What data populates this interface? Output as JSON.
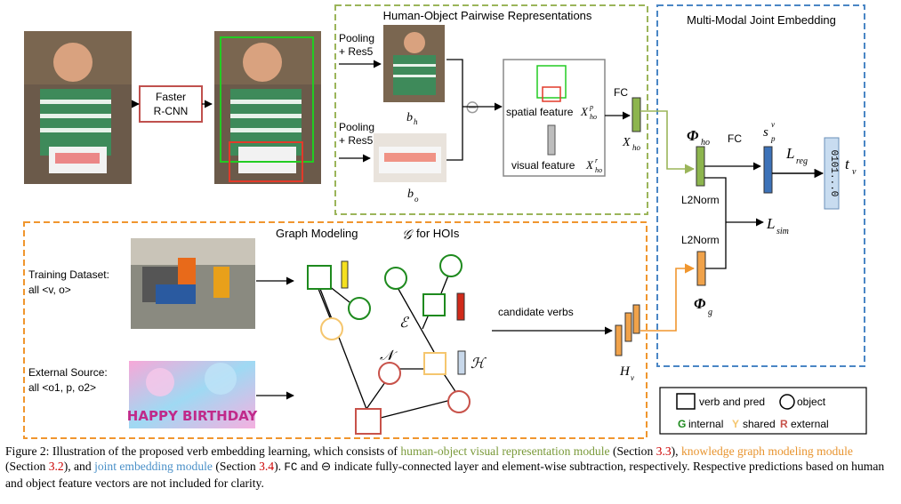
{
  "modules": {
    "pairwise_title": "Human-Object Pairwise Representations",
    "joint_title": "Multi-Modal Joint Embedding",
    "graph_title_prefix": "Graph Modeling",
    "graph_title_symbol": "𝒢",
    "graph_title_suffix": "for HOIs"
  },
  "labels": {
    "faster_rcnn_1": "Faster",
    "faster_rcnn_2": "R-CNN",
    "pooling_top_1": "Pooling",
    "pooling_top_2": "+ Res5",
    "pooling_bot_1": "Pooling",
    "pooling_bot_2": "+ Res5",
    "b_h": "b",
    "b_h_sub": "h",
    "b_o": "b",
    "b_o_sub": "o",
    "spatial_feature": "spatial feature",
    "visual_feature": "visual feature",
    "X_p": "X",
    "X_p_sup": "p",
    "X_p_sub": "ho",
    "X_r": "X",
    "X_r_sup": "r",
    "X_r_sub": "ho",
    "fc_1": "FC",
    "X_ho": "X",
    "X_ho_sub": "ho",
    "phi_ho": "Φ",
    "phi_ho_sub": "ho",
    "fc_2": "FC",
    "s_p": "s",
    "s_p_sup": "v",
    "s_p_sub": "p",
    "L_reg": "L",
    "L_reg_sub": "reg",
    "t_v_bits": "0101...0",
    "t_v": "t",
    "t_v_sub": "v",
    "l2norm_1": "L2Norm",
    "l2norm_2": "L2Norm",
    "L_sim": "L",
    "L_sim_sub": "sim",
    "phi_g": "Φ",
    "phi_g_sub": "g",
    "training_1": "Training Dataset:",
    "training_2": "all <v, o>",
    "external_1": "External Source:",
    "external_2": "all <o1, p, o2>",
    "candidate_verbs": "candidate verbs",
    "H_v": "H",
    "H_v_sub": "v",
    "N_sym": "𝒩",
    "E_sym": "ℰ",
    "H_sym": "ℋ",
    "happy_birthday": "HAPPY BIRTHDAY",
    "subtraction_symbol": "⊖"
  },
  "legend": {
    "verb_pred": "verb and pred",
    "object": "object",
    "g_letter": "G",
    "g_text": "internal",
    "y_letter": "Y",
    "y_text": "shared",
    "r_letter": "R",
    "r_text": "external"
  },
  "caption": {
    "p1": "Figure 2: Illustration of the proposed verb embedding learning, which consists of ",
    "green": "human-object visual representation module",
    "p2": " (Section ",
    "ref1": "3.3",
    "p3": "), ",
    "orange": "knowledge graph modeling module",
    "p4": " (Section ",
    "ref2": "3.2",
    "p5": "), and ",
    "blue": "joint embedding module",
    "p6": " (Section ",
    "ref3": "3.4",
    "p7": "). ",
    "fc": "FC",
    "p8": " and ⊖ indicate fully-connected layer and element-wise subtraction, respectively. Respective predictions based on human and object feature vectors are not included for clarity."
  },
  "colors": {
    "green_box": "#9bb55a",
    "orange_box": "#f0962e",
    "blue_box": "#4a86c5",
    "node_green": "#1e8a1e",
    "node_yellow": "#f5c66e",
    "node_red": "#c8524a",
    "detect_green": "#22cc22",
    "detect_red": "#e23a2a"
  }
}
